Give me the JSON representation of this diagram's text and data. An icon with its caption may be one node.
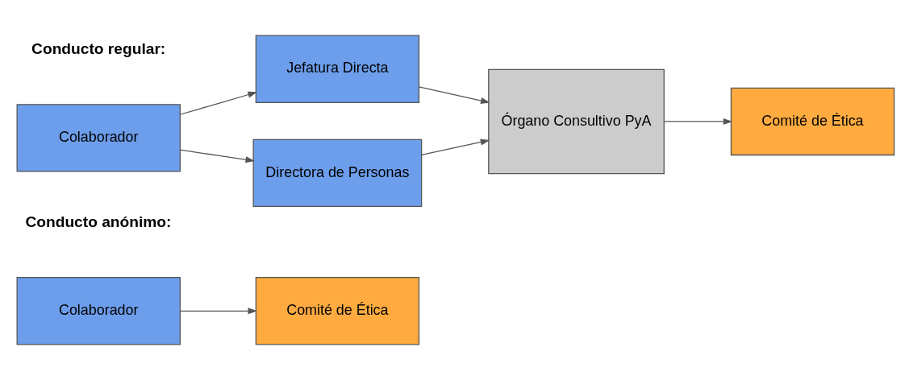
{
  "diagram": {
    "nodes": [
      {
        "text": [
          "Colaborador"
        ]
      },
      {
        "text": [
          "Jefatura Directa"
        ]
      },
      {
        "text": [
          "Directora de Personas"
        ]
      },
      {
        "text": [
          "Órgano Consultivo PyA"
        ]
      },
      {
        "text": [
          "Comité de Ética"
        ]
      },
      {
        "text": [
          "Colaborador"
        ]
      },
      {
        "text": [
          "Comité de Ética"
        ]
      }
    ],
    "edges": [
      {
        "from": 0,
        "to": 1,
        "arrow": "to"
      },
      {
        "from": 0,
        "to": 2,
        "arrow": "to"
      },
      {
        "from": 1,
        "to": 3,
        "arrow": "to"
      },
      {
        "from": 2,
        "to": 3,
        "arrow": "to"
      },
      {
        "from": 3,
        "to": 4,
        "arrow": "to"
      },
      {
        "from": 5,
        "to": 6,
        "arrow": "to"
      }
    ],
    "labels": [
      "Conducto regular:",
      "Conducto anónimo:"
    ]
  }
}
